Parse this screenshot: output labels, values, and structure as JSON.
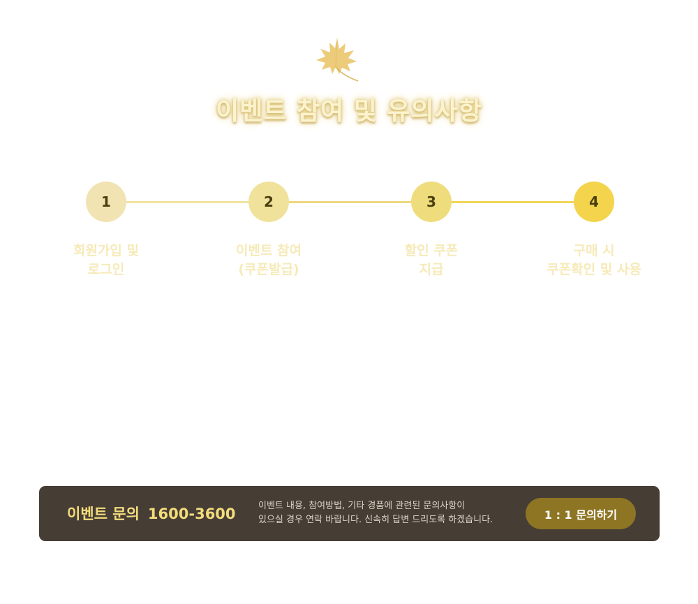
{
  "header": {
    "title": "이벤트 참여 및 유의사항",
    "icon": "maple-leaf-icon"
  },
  "steps": [
    {
      "number": "1",
      "label": "회원가입 및\n로그인",
      "color": "#f1e3b2"
    },
    {
      "number": "2",
      "label": "이벤트 참여\n(쿠폰발급)",
      "color": "#f0e29a"
    },
    {
      "number": "3",
      "label": "할인 쿠폰\n지급",
      "color": "#efdc7c"
    },
    {
      "number": "4",
      "label": "구매 시\n쿠폰확인 및 사용",
      "color": "#f3d44c"
    }
  ],
  "inquiry": {
    "title": "이벤트 문의",
    "phone": "1600-3600",
    "description_line1": "이벤트 내용, 참여방법, 기타 경품에 관련된 문의사항이",
    "description_line2": "있으실 경우 연락 바랍니다. 신속히 답변 드리도록 하겠습니다.",
    "button_label": "1 : 1 문의하기"
  },
  "colors": {
    "panel_bg": "#463d35",
    "accent_gold": "#f3dc7c",
    "button_bg": "#8e7524",
    "label_text": "#f6eab8"
  }
}
